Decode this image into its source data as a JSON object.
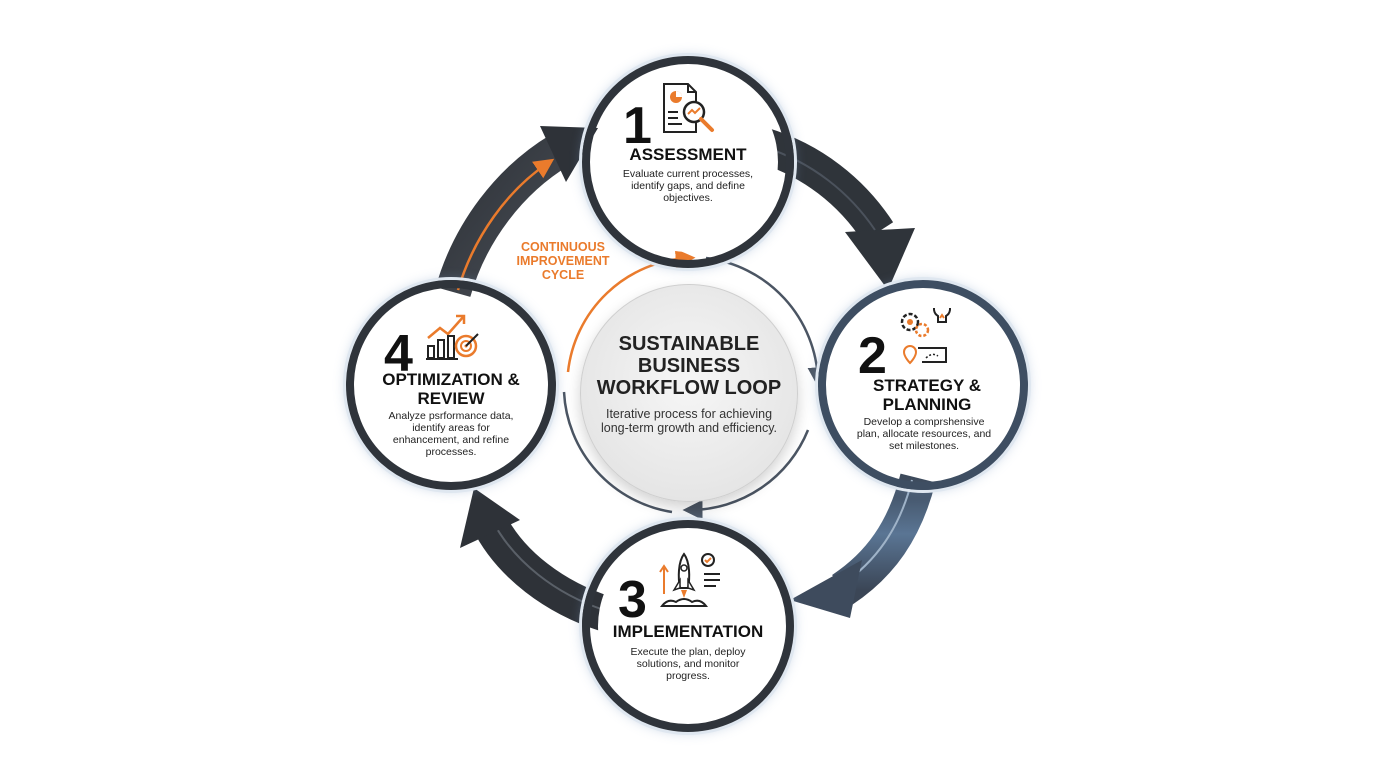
{
  "center": {
    "title": "SUSTAINABLE\nBUSINESS\nWORKFLOW LOOP",
    "description": "Iterative process for achieving long-term growth and efficiency."
  },
  "cycle_label": "CONTINUOUS\nIMPROVEMENT\nCYCLE",
  "colors": {
    "accent": "#ea7b2c",
    "dark_arrow": "#3a3f47",
    "blue_arrow": "#4e6786",
    "node_ring": "#2f343b"
  },
  "steps": [
    {
      "number": "1",
      "title": "ASSESSMENT",
      "description": "Evaluate current processes, identify gaps, and define objectives.",
      "icon": "document-magnifier-icon"
    },
    {
      "number": "2",
      "title": "STRATEGY & PLANNING",
      "description": "Develop a comprshensive plan, allocate resources, and set milestones.",
      "icon": "gears-lightbulb-map-icon"
    },
    {
      "number": "3",
      "title": "IMPLEMENTATION",
      "description": "Execute the plan, deploy solutions, and monitor progress.",
      "icon": "rocket-checklist-icon"
    },
    {
      "number": "4",
      "title": "OPTIMIZATION & REVIEW",
      "description": "Analyze psrformance data, identify areas for enhancement, and refine processes.",
      "icon": "growth-chart-target-icon"
    }
  ]
}
